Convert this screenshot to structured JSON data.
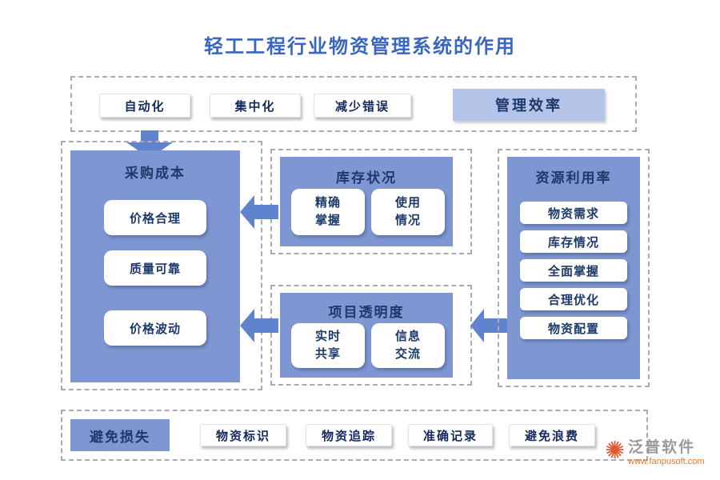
{
  "title": "轻工工程行业物资管理系统的作用",
  "top": {
    "items": [
      "自动化",
      "集中化",
      "减少错误"
    ],
    "result": "管理效率"
  },
  "procurement": {
    "header": "采购成本",
    "items": [
      "价格合理",
      "质量可靠",
      "价格波动"
    ]
  },
  "inventory": {
    "header": "库存状况",
    "items": [
      "精确\n掌握",
      "使用\n情况"
    ]
  },
  "transparency": {
    "header": "项目透明度",
    "items": [
      "实时\n共享",
      "信息\n交流"
    ]
  },
  "resource": {
    "header": "资源利用率",
    "items": [
      "物资需求",
      "库存情况",
      "全面掌握",
      "合理优化",
      "物资配置"
    ]
  },
  "loss": {
    "header": "避免损失",
    "items": [
      "物资标识",
      "物资追踪",
      "准确记录",
      "避免浪费"
    ]
  },
  "watermark": {
    "brand": "泛普软件",
    "url": "www.fanpusoft.com"
  },
  "colors": {
    "panel_blue": "#7e96d2",
    "light_blue": "#b4c3e8",
    "arrow_blue": "#5f83cf",
    "navy_text": "#1d3a6b",
    "title_blue": "#3a66c0",
    "watermark_orange": "#e87722"
  }
}
